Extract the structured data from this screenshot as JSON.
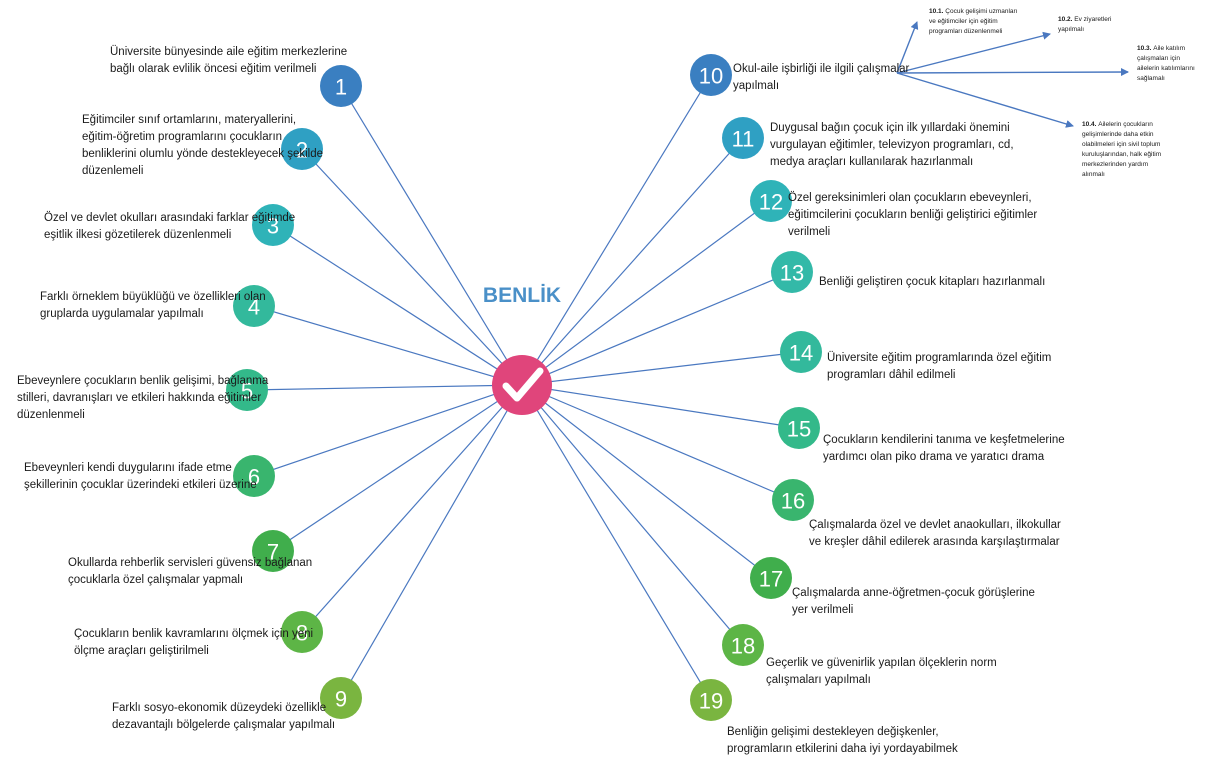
{
  "center": {
    "title": "BENLİK",
    "icon": "checkmark-icon",
    "color": "#e0457b"
  },
  "line_color": "#4a78c0",
  "nodes": [
    {
      "num": "1",
      "color": "#3a7fc1",
      "text": "Üniversite bünyesinde aile eğitim merkezlerine\nbağlı olarak evlilik öncesi eğitim verilmeli"
    },
    {
      "num": "2",
      "color": "#2fa0c3",
      "text": "Eğitimciler sınıf ortamlarını, materyallerini,\neğitim-öğretim programlarını çocukların\nbenliklerini olumlu yönde destekleyecek şekilde\ndüzenlemeli"
    },
    {
      "num": "3",
      "color": "#2fb3b8",
      "text": "Özel ve devlet okulları arasındaki farklar eğitimde\neşitlik ilkesi gözetilerek düzenlenmeli"
    },
    {
      "num": "4",
      "color": "#33b99c",
      "text": "Farklı örneklem büyüklüğü ve özellikleri olan\ngruplarda uygulamalar yapılmalı"
    },
    {
      "num": "5",
      "color": "#33b98a",
      "text": "Ebeveynlere çocukların benlik gelişimi, bağlanma\nstilleri, davranışları ve etkileri hakkında eğitimler\ndüzenlenmeli"
    },
    {
      "num": "6",
      "color": "#39b56e",
      "text": "Ebeveynleri kendi duygularını ifade etme\nşekillerinin çocuklar üzerindeki etkileri üzerine"
    },
    {
      "num": "7",
      "color": "#40ae4c",
      "text": "Okullarda rehberlik servisleri güvensiz bağlanan\nçocuklarla özel çalışmalar yapmalı"
    },
    {
      "num": "8",
      "color": "#5db546",
      "text": "Çocukların benlik kavramlarını ölçmek için yeni\nölçme araçları geliştirilmeli"
    },
    {
      "num": "9",
      "color": "#7ab540",
      "text": "Farklı sosyo-ekonomik düzeydeki özellikle\ndezavantajlı bölgelerde çalışmalar yapılmalı"
    },
    {
      "num": "10",
      "color": "#3a7fc1",
      "text": "Okul-aile işbirliği ile ilgili çalışmalar\nyapılmalı"
    },
    {
      "num": "11",
      "color": "#2fa0c3",
      "text": "Duygusal bağın çocuk için ilk yıllardaki önemini\nvurgulayan eğitimler, televizyon programları, cd,\nmedya araçları kullanılarak hazırlanmalı"
    },
    {
      "num": "12",
      "color": "#2fb3b8",
      "text": "Özel gereksinimleri olan çocukların ebeveynleri,\neğitimcilerini çocukların benliği geliştirici eğitimler\nverilmeli"
    },
    {
      "num": "13",
      "color": "#33b9a8",
      "text": "Benliği geliştiren çocuk kitapları hazırlanmalı"
    },
    {
      "num": "14",
      "color": "#33b99c",
      "text": "Üniversite eğitim programlarında özel eğitim\nprogramları dâhil edilmeli"
    },
    {
      "num": "15",
      "color": "#33b98a",
      "text": "Çocukların kendilerini tanıma ve keşfetmelerine\nyardımcı olan piko drama ve yaratıcı drama"
    },
    {
      "num": "16",
      "color": "#39b56e",
      "text": "Çalışmalarda özel ve devlet anaokulları, ilkokullar\nve kreşler dâhil edilerek arasında karşılaştırmalar"
    },
    {
      "num": "17",
      "color": "#40ae4c",
      "text": "Çalışmalarda anne-öğretmen-çocuk görüşlerine\nyer verilmeli"
    },
    {
      "num": "18",
      "color": "#5db546",
      "text": "Geçerlik ve güvenirlik yapılan ölçeklerin norm\nçalışmaları yapılmalı"
    },
    {
      "num": "19",
      "color": "#7ab540",
      "text": "Benliğin gelişimi destekleyen değişkenler,\nprogramların etkilerini daha iyi yordayabilmek"
    }
  ],
  "subnodes": [
    {
      "num": "10.1.",
      "text": "Çocuk gelişimi uzmanları\nve eğitimciler için eğitim\nprogramları düzenlenmeli"
    },
    {
      "num": "10.2.",
      "text": "Ev ziyaretleri\nyapılmalı"
    },
    {
      "num": "10.3.",
      "text": "Aile katılım\nçalışmaları için\nailelerin katılımlarını\nsağlamalı"
    },
    {
      "num": "10.4.",
      "text": "Ailelerin çocukların\ngelişimlerinde daha etkin\nolabilmeleri için sivil toplum\nkuruluşlarından, halk eğitim\nmerkezlerinden yardım\nalınmalı"
    }
  ]
}
